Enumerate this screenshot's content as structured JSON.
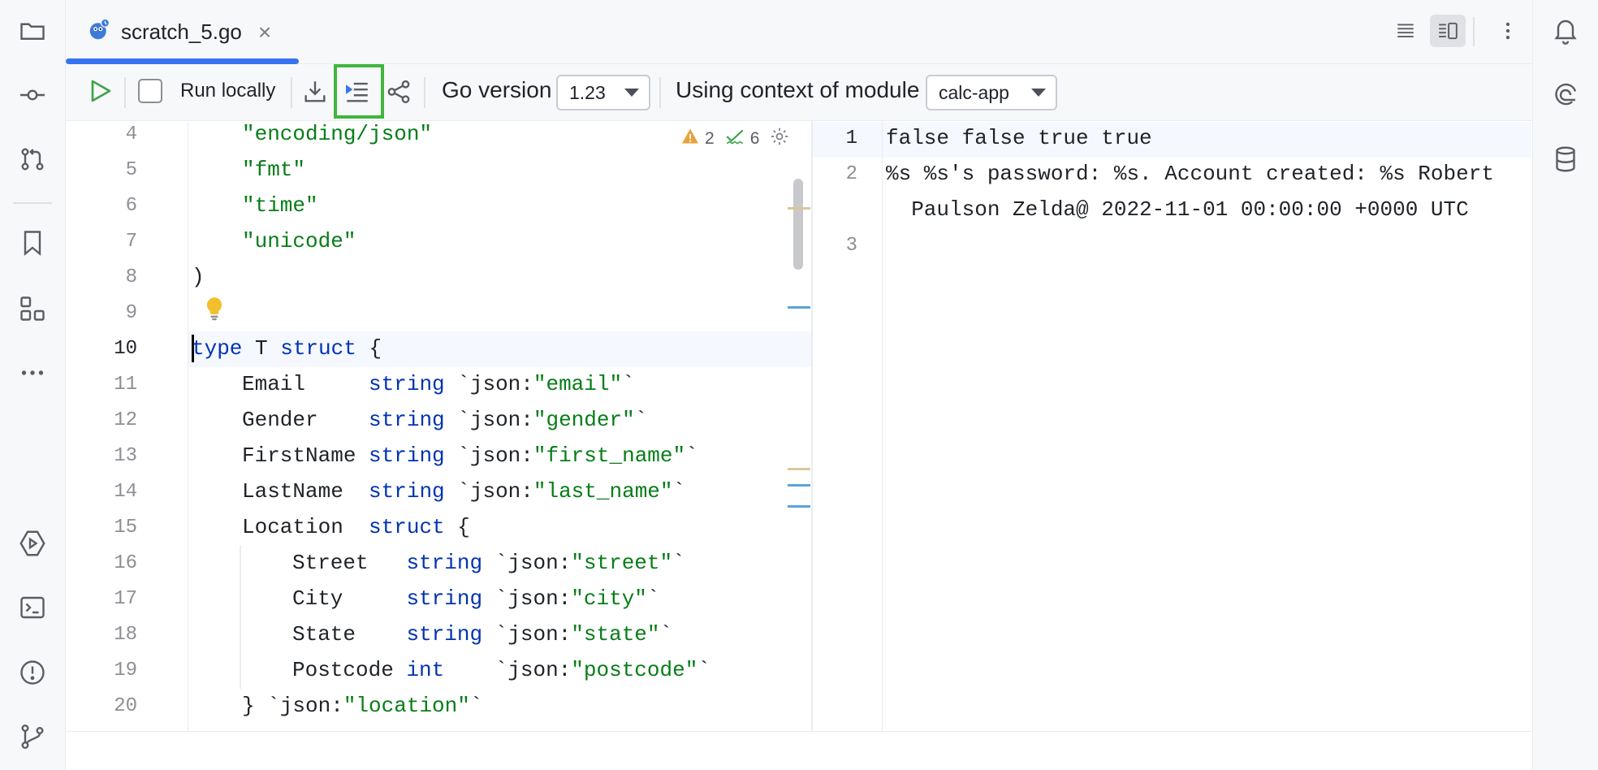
{
  "tab": {
    "title": "scratch_5.go",
    "close_glyph": "×"
  },
  "toolbar": {
    "run_locally_label": "Run locally",
    "go_version_label": "Go version",
    "go_version_value": "1.23",
    "context_label": "Using context of module",
    "module_value": "calc-app"
  },
  "inspections": {
    "warnings": "2",
    "weak_warnings": "6"
  },
  "editor": {
    "line_numbers": [
      "4",
      "5",
      "6",
      "7",
      "8",
      "9",
      "10",
      "11",
      "12",
      "13",
      "14",
      "15",
      "16",
      "17",
      "18",
      "19",
      "20"
    ],
    "lines": {
      "l4": "\"encoding/json\"",
      "l5": "\"fmt\"",
      "l6": "\"time\"",
      "l7": "\"unicode\"",
      "l8": ")",
      "l10_kw1": "type",
      "l10_name": " T ",
      "l10_kw2": "struct",
      "l10_rest": " {",
      "l11_field": "Email     ",
      "l11_type": "string",
      "l11_tag": " `json:",
      "l11_str": "\"email\"",
      "l11_end": "`",
      "l12_field": "Gender    ",
      "l12_type": "string",
      "l12_tag": " `json:",
      "l12_str": "\"gender\"",
      "l12_end": "`",
      "l13_field": "FirstName ",
      "l13_type": "string",
      "l13_tag": " `json:",
      "l13_str": "\"first_name\"",
      "l13_end": "`",
      "l14_field": "LastName  ",
      "l14_type": "string",
      "l14_tag": " `json:",
      "l14_str": "\"last_name\"",
      "l14_end": "`",
      "l15_field": "Location  ",
      "l15_type": "struct",
      "l15_end": " {",
      "l16_field": "Street   ",
      "l16_type": "string",
      "l16_tag": " `json:",
      "l16_str": "\"street\"",
      "l16_end": "`",
      "l17_field": "City     ",
      "l17_type": "string",
      "l17_tag": " `json:",
      "l17_str": "\"city\"",
      "l17_end": "`",
      "l18_field": "State    ",
      "l18_type": "string",
      "l18_tag": " `json:",
      "l18_str": "\"state\"",
      "l18_end": "`",
      "l19_field": "Postcode ",
      "l19_type": "int",
      "l19_tag": "    `json:",
      "l19_str": "\"postcode\"",
      "l19_end": "`",
      "l20_pre": "} `json:",
      "l20_str": "\"location\"",
      "l20_end": "`"
    }
  },
  "output": {
    "line_numbers": [
      "1",
      "2",
      "3"
    ],
    "line1": "false false true true",
    "line2a": "%s %s's password: %s. Account created: %s Robert",
    "line2b": "  Paulson Zelda@ 2022-11-01 00:00:00 +0000 UTC"
  },
  "colors": {
    "accent": "#3574f0",
    "highlight": "#3fb63f",
    "keyword": "#0033b3",
    "string": "#067d17",
    "warning": "#e8a33d"
  }
}
